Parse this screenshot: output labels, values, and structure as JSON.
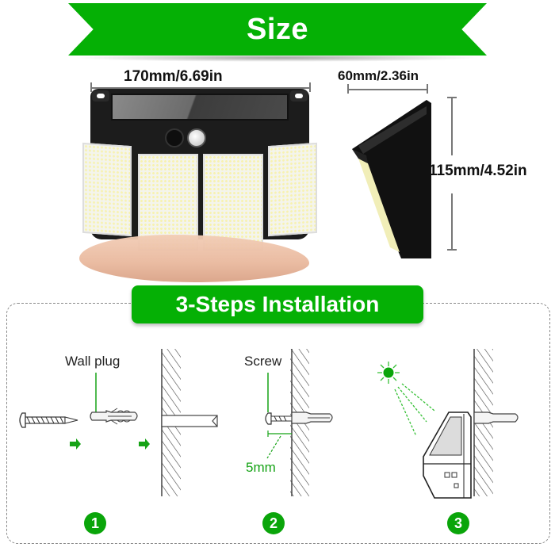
{
  "size_section": {
    "banner_title": "Size",
    "width_label": "170mm/6.69in",
    "depth_label": "60mm/2.36in",
    "height_label": "115mm/4.52in"
  },
  "installation_section": {
    "title": "3-Steps Installation",
    "steps": [
      {
        "number": "1",
        "label": "Wall plug",
        "icons": [
          "screw-icon",
          "wall-plug-icon",
          "arrow-right-icon",
          "wall-hole-icon"
        ]
      },
      {
        "number": "2",
        "label": "Screw",
        "gap_label": "5mm",
        "icons": [
          "screw-in-plug-icon",
          "wall-icon"
        ]
      },
      {
        "number": "3",
        "icons": [
          "sun-icon",
          "sunlight-rays-icon",
          "solar-light-mounted-icon",
          "wall-icon"
        ]
      }
    ]
  },
  "colors": {
    "brand_green": "#05b005",
    "accent_green": "#16a316",
    "dimension_line": "#777777",
    "text_dark": "#111111"
  }
}
